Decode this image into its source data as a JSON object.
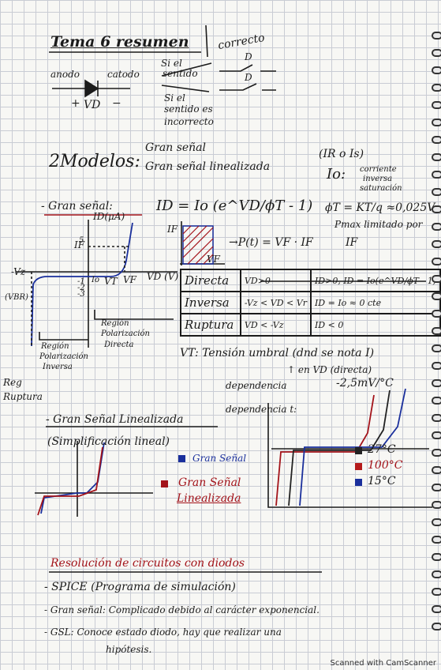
{
  "header": {
    "title": "Tema 6 resumen",
    "correct_note": "correcto",
    "incorrect_note_1": "Si el",
    "incorrect_note_2": "sentido",
    "incorrect_note_3": "Si el",
    "incorrect_note_4": "sentido es",
    "incorrect_note_5": "incorrecto",
    "switch_label_top": "D",
    "switch_label_bottom": "D",
    "anode": "anodo",
    "cathode": "catodo",
    "plus": "+",
    "vd": "VD",
    "minus": "−"
  },
  "models": {
    "heading": "2Modelos:",
    "item1": "Gran señal",
    "item2": "Gran señal linealizada",
    "ir_is": "(IR o Is)",
    "io_label": "Io:",
    "io_desc_1": "corriente",
    "io_desc_2": "inversa",
    "io_desc_3": "saturación"
  },
  "large_signal": {
    "heading": "- Gran señal:",
    "equation": "ID = Io (e^VD/ϕT - 1)",
    "phi": "ϕT = KT/q ≈0,025V",
    "pmax": "Pmax limitado por",
    "if": "IF",
    "graph_id": "ID(μA)",
    "graph_if": "IF",
    "graph_io": "Io",
    "graph_vt": "VT",
    "graph_vf": "VF",
    "graph_vd": "VD (V)",
    "graph_vz": "-Vz",
    "graph_vbr": "(VBR)",
    "graph_5": "5",
    "graph_m1": "-1",
    "graph_m2": "-2",
    "graph_m3": "-3",
    "power_if": "IF",
    "power_vf": "VF",
    "power_eq": "→P(t) = VF · IF",
    "region_direct_1": "Región",
    "region_direct_2": "Polarización",
    "region_direct_3": "Directa",
    "region_inverse_1": "Región",
    "region_inverse_2": "Polarización",
    "region_inverse_3": "Inversa",
    "region_break_1": "Reg",
    "region_break_2": "Ruptura"
  },
  "state_table": {
    "rows": [
      {
        "name": "Directa",
        "cond": "VD>0",
        "result": "ID>0, ID = Io(e^VD/ϕT - 1)"
      },
      {
        "name": "Inversa",
        "cond": "-Vz < VD < Vr",
        "result": "ID = Io ≈ 0 cte"
      },
      {
        "name": "Ruptura",
        "cond": "VD < -Vz",
        "result": "ID < 0"
      }
    ],
    "vt_def": "VT: Tensión umbral (dnd se nota I)",
    "vd_note": "↑ en VD (directa)",
    "dep1": "dependencia",
    "dep1_val": "-2,5mV/°C",
    "dep2": "dependencia t:"
  },
  "linearized": {
    "heading": "- Gran Señal Linealizada",
    "subtitle": "(Simplificación lineal)",
    "legend_large": "Gran Señal",
    "legend_lin_1": "Gran Señal",
    "legend_lin_2": "Linealizada"
  },
  "temperature_legend": [
    {
      "label": "27°C",
      "color": "#222222"
    },
    {
      "label": "100°C",
      "color": "#b51a1a"
    },
    {
      "label": "15°C",
      "color": "#1a2f9c"
    }
  ],
  "circuits": {
    "heading": "Resolución de circuitos con diodos",
    "spice": "- SPICE (Programa de simulación)",
    "gs": "- Gran señal: Complicado debido al carácter exponencial.",
    "gsl_1": "- GSL: Conoce estado diodo, hay que realizar una",
    "gsl_2": "hipótesis."
  },
  "colors": {
    "ink": "#1b1b1b",
    "red": "#a3131a",
    "blue": "#1a2f9c",
    "grid": "#c9ccd4"
  },
  "footer": "Scanned with CamScanner"
}
